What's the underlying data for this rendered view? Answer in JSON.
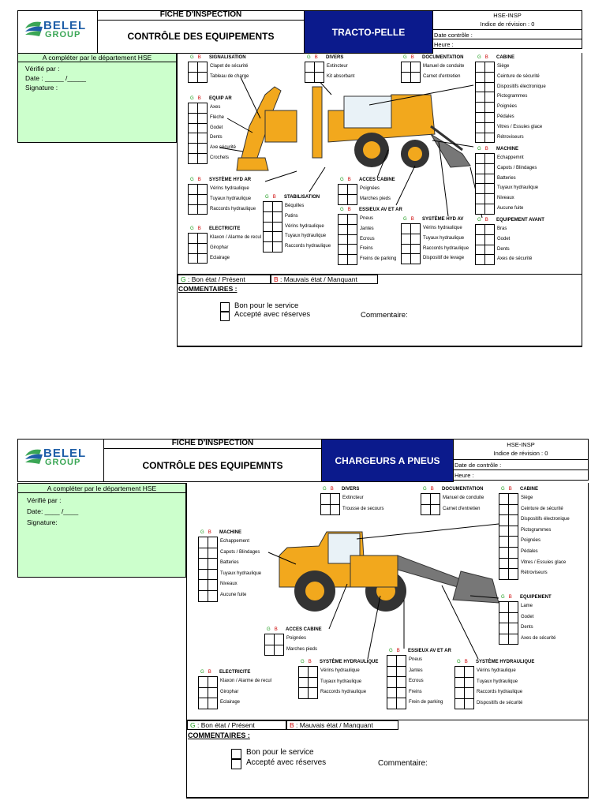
{
  "sheets": [
    {
      "logo": {
        "line1": "BELEL",
        "line2": "GROUP"
      },
      "fiche": "FICHE D'INSPECTION",
      "title": "CONTRÔLE DES EQUIPEMENTS",
      "machine": "TRACTO-PELLE",
      "code": "HSE-INSP",
      "revision": "Indice de révision : 0",
      "date_controle": "Date contrôle :",
      "heure": "Heure :",
      "hse_header": "A compléter par le département HSE",
      "verifie": "Vérifié par :",
      "date": "Date : _____ /_____",
      "signature": "Signature :",
      "gb_g": "G",
      "gb_b": "B",
      "sections": {
        "signalisation": {
          "title": "SIGNALISATION",
          "items": [
            "Clapet de sécurité",
            "Tableau de charge"
          ]
        },
        "divers": {
          "title": "DIVERS",
          "items": [
            "Extincteur",
            "Kit absorbant"
          ]
        },
        "documentation": {
          "title": "DOCUMENTATION",
          "items": [
            "Manuel de conduite",
            "Carnet d'entretien"
          ]
        },
        "cabine": {
          "title": "CABINE",
          "items": [
            "Siège",
            "Ceinture de sécurité",
            "Dispositifs électronique",
            "Pictogrammes",
            "Poignées",
            "Pédales",
            "Vitres / Essuies glace",
            "Rétroviseurs"
          ]
        },
        "equip_ar": {
          "title": "EQUIP AR",
          "items": [
            "Axes",
            "Flèche",
            "Godet",
            "Dents",
            "Axe sécurité",
            "Crochets"
          ]
        },
        "machine": {
          "title": "MACHINE",
          "items": [
            "Echappemnt",
            "Capots / Blindages",
            "Batteries",
            "Tuyaux hydraulique",
            "Niveaux",
            "Aucune fuite"
          ]
        },
        "hyd_ar": {
          "title": "SYSTÈME HYD AR",
          "items": [
            "Vérins hydraulique",
            "Tuyaux hydraulique",
            "Raccords hydraulique"
          ]
        },
        "stabilisation": {
          "title": "STABILISATION",
          "items": [
            "Béquilles",
            "Patins",
            "Vérins hydraulique",
            "Tuyaux hydraulique",
            "Raccords hydraulique"
          ]
        },
        "acces_cabine": {
          "title": "ACCES CABINE",
          "items": [
            "Poignées",
            "Marches pieds"
          ]
        },
        "essieux": {
          "title": "ESSIEUX AV ET AR",
          "items": [
            "Pneus",
            "Jantes",
            "Ecrous",
            "Freins",
            "Freins de parking"
          ]
        },
        "hyd_av": {
          "title": "SYSTÈME HYD AV",
          "items": [
            "Vérins hydraulique",
            "Tuyaux hydraulique",
            "Raccords hydraulique",
            "Dispositif de levage"
          ]
        },
        "equip_avant": {
          "title": "EQUIPEMENT AVANT",
          "items": [
            "Bras",
            "Godet",
            "Dents",
            "Axes de sécurité"
          ]
        },
        "electricite": {
          "title": "ELECTRICITE",
          "items": [
            "Klaxon / Alarme de recul",
            "Girophar",
            "Eclairage"
          ]
        }
      },
      "legend_g": "G",
      "legend_g_text": " : Bon état / Présent",
      "legend_b": "B",
      "legend_b_text": " : Mauvais état / Manquant",
      "commentaires": "COMMENTAIRES :",
      "bon": "Bon pour le service",
      "accepte": "Accepté avec réserves",
      "commentaire": "Commentaire:"
    },
    {
      "logo": {
        "line1": "BELEL",
        "line2": "GROUP"
      },
      "fiche": "FICHE D'INSPECTION",
      "title": "CONTRÔLE DES EQUIPEMNTS",
      "machine": "CHARGEURS A PNEUS",
      "code": "HSE-INSP",
      "revision": "Indice de révision : 0",
      "date_controle": "Date de contrôle :",
      "heure": "Heure :",
      "hse_header": "A compléter par le département HSE",
      "verifie": "Vérifié par :",
      "date": "Date: ____ /____",
      "signature": "Signature:",
      "gb_g": "G",
      "gb_b": "B",
      "sections": {
        "divers": {
          "title": "DIVERS",
          "items": [
            "Extincteur",
            "Trousse de secours"
          ]
        },
        "documentation": {
          "title": "DOCUMENTATION",
          "items": [
            "Manuel de conduite",
            "Carnet d'entretien"
          ]
        },
        "cabine": {
          "title": "CABINE",
          "items": [
            "Siège",
            "Ceinture de sécurité",
            "Dispositifs électronique",
            "Pictogrammes",
            "Poignées",
            "Pédales",
            "Vitres / Essuies glace",
            "Rétroviseurs"
          ]
        },
        "machine": {
          "title": "MACHINE",
          "items": [
            "Echappement",
            "Capots / Blindages",
            "Batteries",
            "Tuyaux hydraulique",
            "Niveaux",
            "Aucune fuite"
          ]
        },
        "equipement": {
          "title": "EQUIPEMENT",
          "items": [
            "Lame",
            "Godet",
            "Dents",
            "Axes de sécurité"
          ]
        },
        "acces_cabine": {
          "title": "ACCES CABINE",
          "items": [
            "Poignées",
            "Marches pieds"
          ]
        },
        "essieux": {
          "title": "ESSIEUX AV ET AR",
          "items": [
            "Pneus",
            "Jantes",
            "Ecrous",
            "Freins",
            "Frein de parking"
          ]
        },
        "electricite": {
          "title": "ELECTRICITE",
          "items": [
            "Klaxon / Alarme de recul",
            "Girophar",
            "Eclairage"
          ]
        },
        "hyd1": {
          "title": "SYSTÈME HYDRAULIQUE",
          "items": [
            "Vérins hydraulique",
            "Tuyaux hydraulique",
            "Raccords hydraulique"
          ]
        },
        "hyd2": {
          "title": "SYSTÈME HYDRAULIQUE",
          "items": [
            "Vérins hydraulique",
            "Tuyaux hydraulique",
            "Raccords hydraulique",
            "Dispositifs de sécurité"
          ]
        }
      },
      "legend_g": "G",
      "legend_g_text": " : Bon état / Présent",
      "legend_b": "B",
      "legend_b_text": " : Mauvais état / Manquant",
      "commentaires": "COMMENTAIRES :",
      "bon": "Bon pour le service",
      "accepte": "Accepté avec réserves",
      "commentaire": "Commentaire:"
    }
  ],
  "colors": {
    "navy": "#0b1a8c",
    "hse_green": "#ccffcc",
    "machine_yellow": "#f2a81d",
    "good": "#1a9a1a",
    "bad": "#cc0000",
    "logo_blue": "#1f5fa8",
    "logo_green": "#3aa655"
  }
}
